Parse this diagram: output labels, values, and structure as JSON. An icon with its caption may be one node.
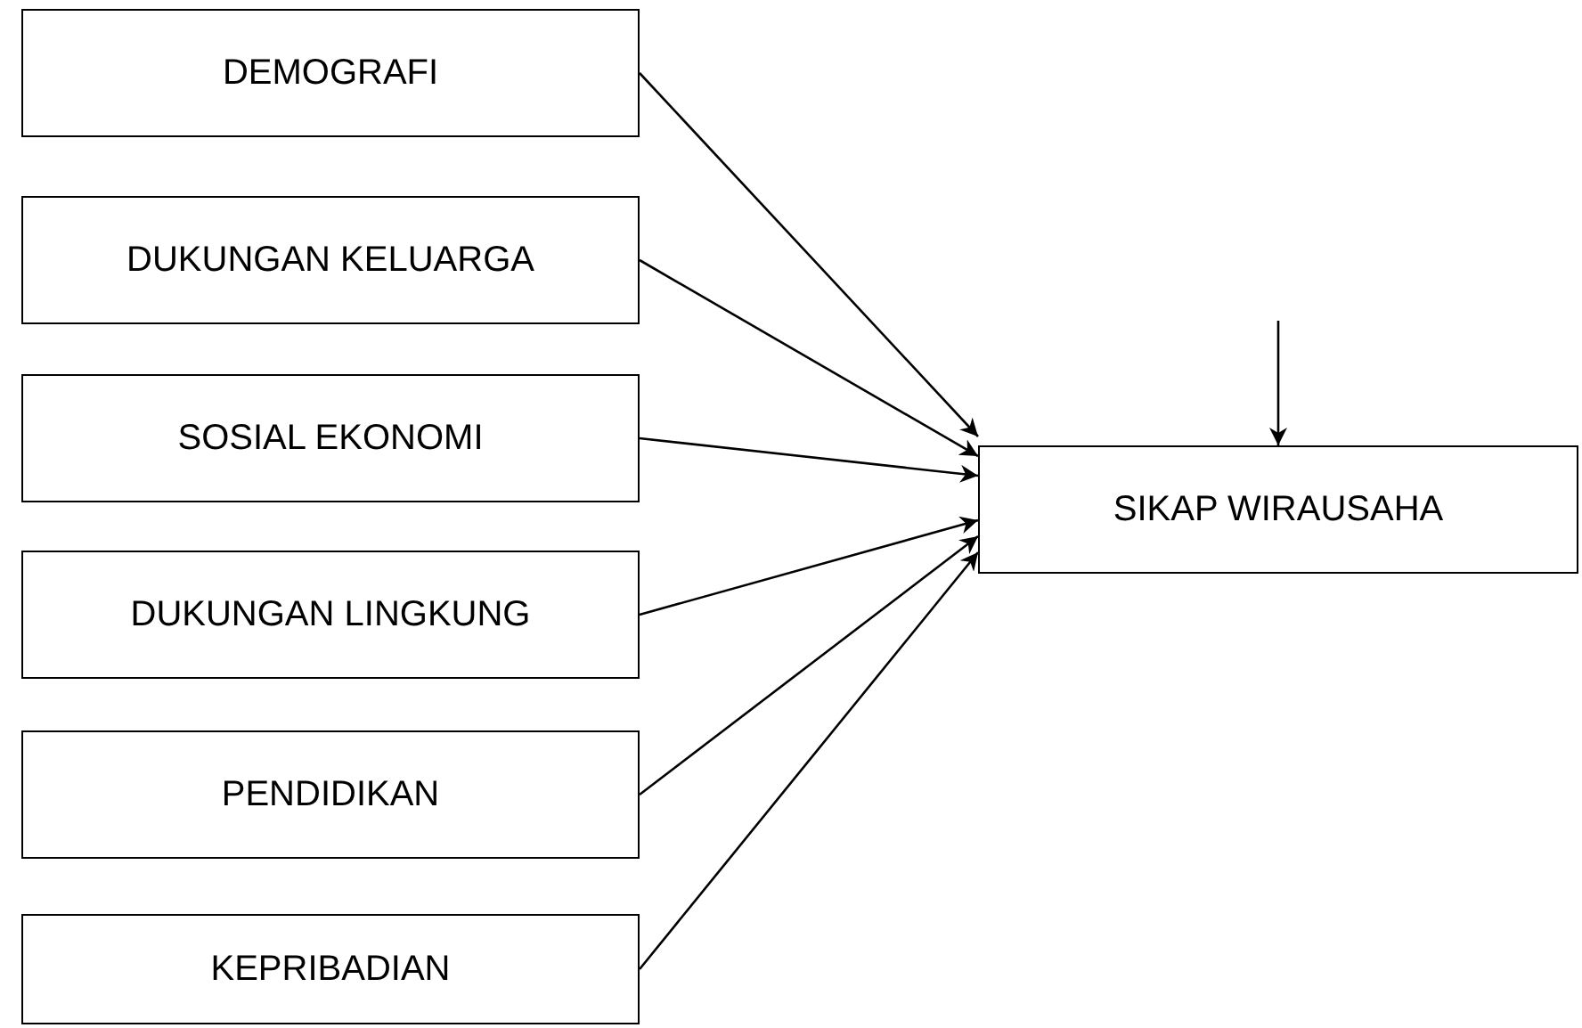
{
  "diagram": {
    "nodes": [
      {
        "text": [
          "DEMOGRAFI"
        ]
      },
      {
        "text": [
          "DUKUNGAN KELUARGA"
        ]
      },
      {
        "text": [
          "SOSIAL EKONOMI"
        ]
      },
      {
        "text": [
          "DUKUNGAN LINGKUNG"
        ]
      },
      {
        "text": [
          "PENDIDIKAN"
        ]
      },
      {
        "text": [
          "KEPRIBADIAN"
        ]
      },
      {
        "text": [
          "SIKAP WIRAUSAHA"
        ]
      }
    ],
    "edges": [
      {
        "from": 0,
        "to": 6,
        "arrow": "to"
      },
      {
        "from": 1,
        "to": 6,
        "arrow": "to"
      },
      {
        "from": 2,
        "to": 6,
        "arrow": "to"
      },
      {
        "from": 3,
        "to": 6,
        "arrow": "to"
      },
      {
        "from": 4,
        "to": 6,
        "arrow": "to"
      },
      {
        "from": 5,
        "to": 6,
        "arrow": "to"
      },
      {
        "from": null,
        "to": 6,
        "arrow": "to"
      }
    ]
  }
}
